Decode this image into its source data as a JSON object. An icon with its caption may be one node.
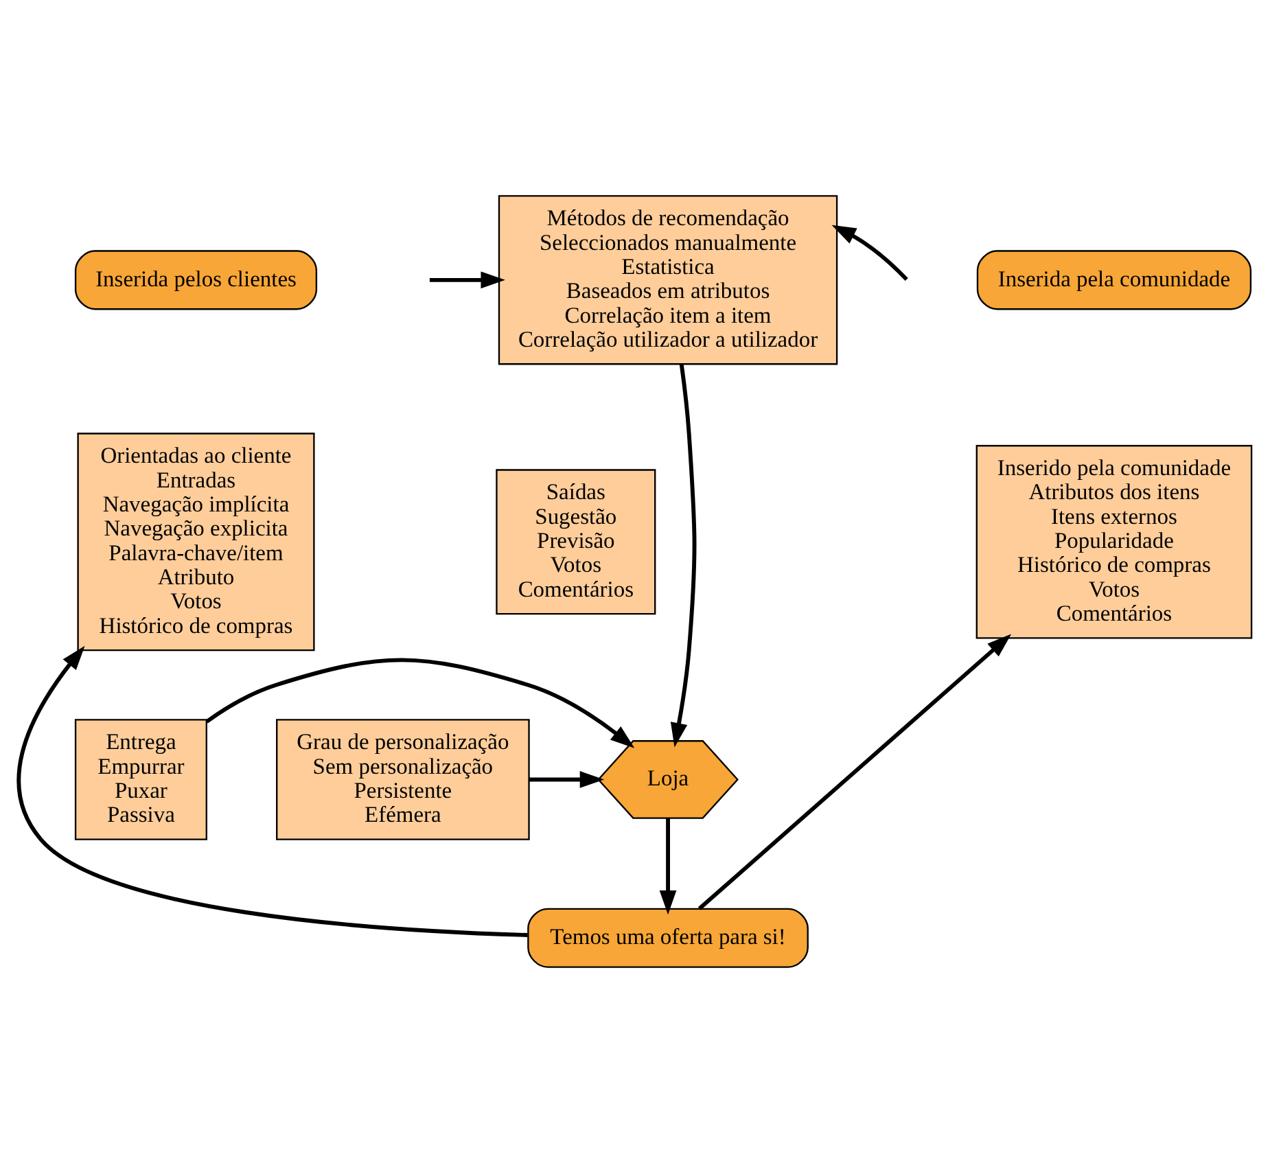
{
  "diagram": {
    "nodes": [
      {
        "text": [
          "Inserida pelos clientes"
        ]
      },
      {
        "text": [
          "Métodos de recomendação",
          "Seleccionados manualmente",
          "Estatistica",
          "Baseados em atributos",
          "Correlação item a item",
          "Correlação utilizador a utilizador"
        ]
      },
      {
        "text": [
          "Inserida pela comunidade"
        ]
      },
      {
        "text": [
          "Orientadas ao cliente",
          "Entradas",
          "Navegação implícita",
          "Navegação explicita",
          "Palavra-chave/item",
          "Atributo",
          "Votos",
          "Histórico de compras"
        ]
      },
      {
        "text": [
          "Saídas",
          "Sugestão",
          "Previsão",
          "Votos",
          "Comentários"
        ]
      },
      {
        "text": [
          "Inserido pela comunidade",
          "Atributos dos itens",
          "Itens externos",
          "Popularidade",
          "Histórico de compras",
          "Votos",
          "Comentários"
        ]
      },
      {
        "text": [
          "Entrega",
          "Empurrar",
          "Puxar",
          "Passiva"
        ]
      },
      {
        "text": [
          "Loja"
        ]
      },
      {
        "text": [
          "Grau de personalização",
          "Sem personalização",
          "Persistente",
          "Efémera"
        ]
      },
      {
        "text": [
          "Temos uma oferta para si!"
        ]
      }
    ],
    "edges": [
      {
        "from": null,
        "to": 1,
        "arrow": "to"
      },
      {
        "from": null,
        "to": 1,
        "arrow": "to"
      },
      {
        "from": 1,
        "to": 7,
        "arrow": "to"
      },
      {
        "from": 6,
        "to": 7,
        "arrow": "to"
      },
      {
        "from": 8,
        "to": 7,
        "arrow": "to"
      },
      {
        "from": 7,
        "to": 9,
        "arrow": "to"
      },
      {
        "from": 9,
        "to": 3,
        "arrow": "to"
      },
      {
        "from": 9,
        "to": 5,
        "arrow": "to"
      }
    ]
  }
}
